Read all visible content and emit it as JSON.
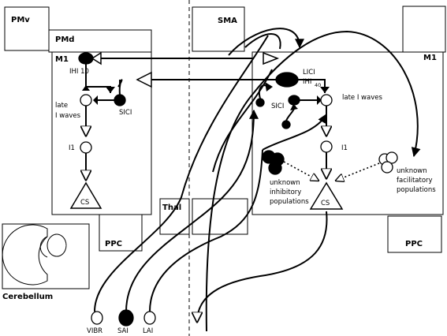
{
  "regions": {
    "pmv": "PMv",
    "pmd": "PMd",
    "m1_left": "M1",
    "sma": "SMA",
    "m1_right": "M1",
    "thal": "Thal",
    "ppc_left": "PPC",
    "ppc_right": "PPC",
    "cerebellum": "Cerebellum"
  },
  "left_labels": {
    "ihi": "IHI 10",
    "late_i_waves": [
      "late",
      "I waves"
    ],
    "sici": "SICI",
    "i1": "I1",
    "cs": "CS"
  },
  "right_labels": {
    "lici": "LICI",
    "ihi_prefix": "IHI",
    "ihi_sub": "40",
    "sici": "SICI",
    "late_i_waves": "late I waves",
    "i1": "I1",
    "cs": "CS",
    "inhibitory": [
      "unknown",
      "inhibitory",
      "populations"
    ],
    "facilitatory": [
      "unknown",
      "facilitatory",
      "populations"
    ]
  },
  "afferents": {
    "vibr": "VIBR",
    "sai": "SAI",
    "lai": "LAI"
  }
}
